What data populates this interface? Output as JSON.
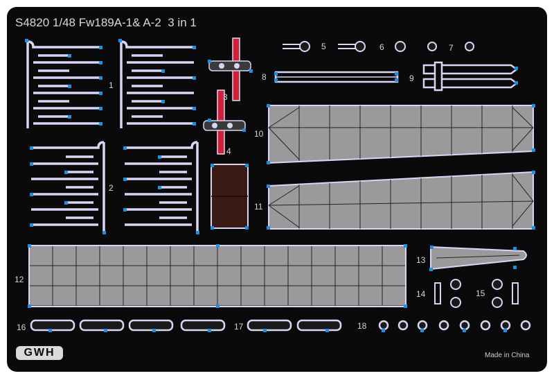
{
  "sheet": {
    "code": "S4820",
    "scale": "1/48",
    "kit_title": "Fw189A-1& A-2",
    "variant_note": "3 in 1",
    "made_in": "Made in China",
    "brand": "GWH"
  },
  "part_numbers": [
    "1",
    "2",
    "3",
    "4",
    "5",
    "6",
    "7",
    "8",
    "9",
    "10",
    "11",
    "12",
    "13",
    "14",
    "15",
    "16",
    "17",
    "18"
  ],
  "colors": {
    "fret": "#0a0a0a",
    "part_outline": "#d9d5f5",
    "panel_fill": "#9a9a9a",
    "attachment_tab": "#1f8fe0",
    "red_part": "#d0203a",
    "etched_dark": "#3a1a14"
  }
}
